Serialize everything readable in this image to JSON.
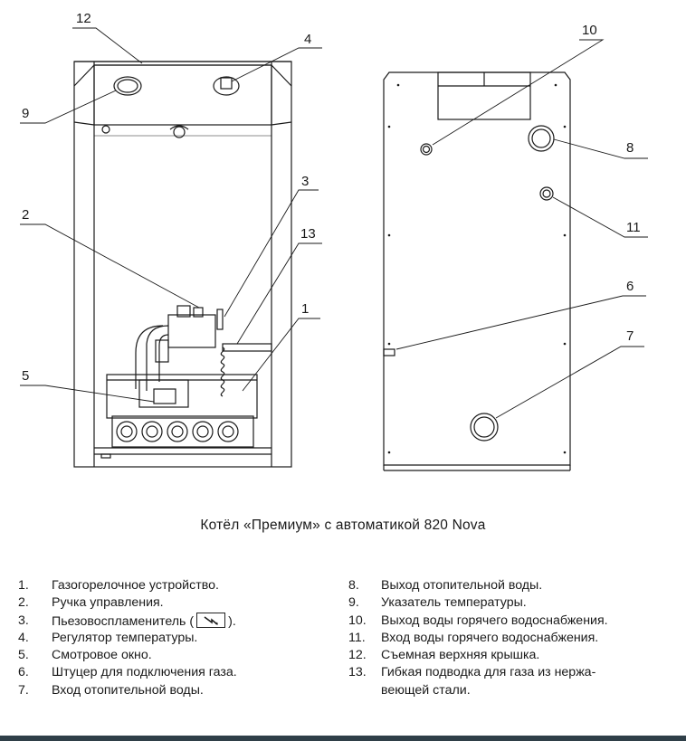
{
  "caption": "Котёл «Премиум» с автоматикой 820 Nova",
  "callouts": [
    "12",
    "4",
    "9",
    "3",
    "2",
    "13",
    "1",
    "5",
    "10",
    "8",
    "11",
    "6",
    "7"
  ],
  "legend_left": [
    {
      "num": "1.",
      "text": "Газогорелочное устройство."
    },
    {
      "num": "2.",
      "text": "Ручка управления."
    },
    {
      "num": "3.",
      "text_before": "Пьезовоспламенитель (",
      "icon": "piezo-ignition-symbol",
      "text_after": ")."
    },
    {
      "num": "4.",
      "text": "Регулятор температуры."
    },
    {
      "num": "5.",
      "text": "Смотровое окно."
    },
    {
      "num": "6.",
      "text": "Штуцер для подключения газа."
    },
    {
      "num": "7.",
      "text": "Вход отопительной воды."
    }
  ],
  "legend_right": [
    {
      "num": "8.",
      "text": "Выход отопительной воды."
    },
    {
      "num": "9.",
      "text": "Указатель температуры."
    },
    {
      "num": "10.",
      "text": "Выход воды горячего водоснабжения."
    },
    {
      "num": "11.",
      "text": "Вход воды горячего водоснабжения."
    },
    {
      "num": "12.",
      "text": "Съемная верхняя крышка."
    },
    {
      "num": "13.",
      "text": "Гибкая подводка для газа из нержа-",
      "text_cont": "веющей стали."
    }
  ],
  "colors": {
    "line": "#1a1a1a",
    "bar": "#2f3f48"
  }
}
